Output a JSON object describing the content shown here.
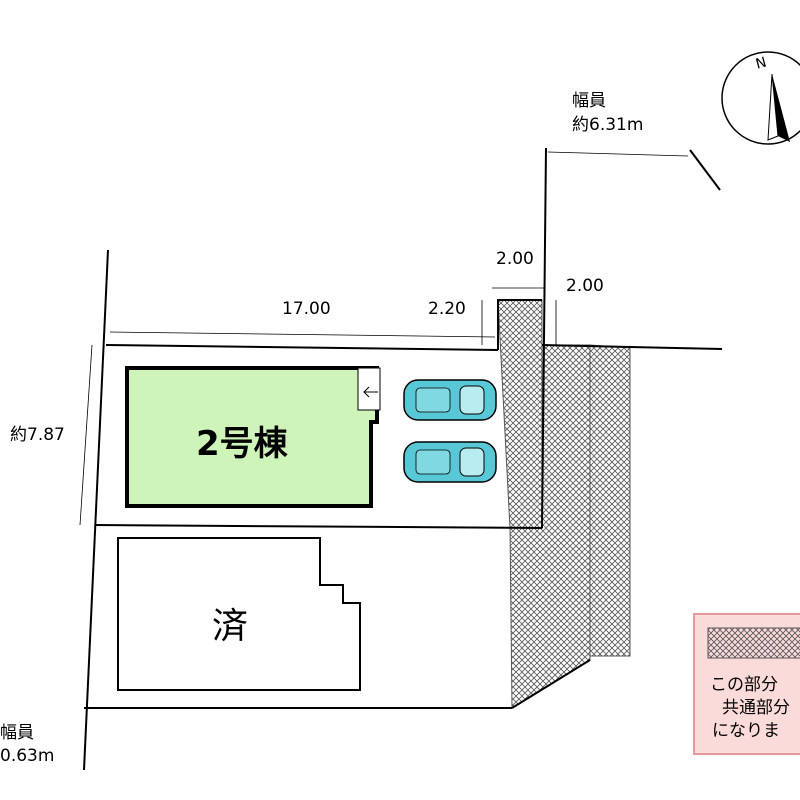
{
  "road_top": {
    "label": "幅員",
    "width": "約6.31m"
  },
  "road_bottom_left": {
    "label": "幅員",
    "width": "0.63m"
  },
  "dimensions": {
    "front": "17.00",
    "notch_depth": "2.20",
    "notch_width": "2.00",
    "strip_width": "2.00",
    "side": "約7.87"
  },
  "lots": {
    "building2": "2号棟",
    "sold": "済"
  },
  "compass": {
    "north": "N"
  },
  "legend": {
    "line1": "この部分",
    "line2": "共通部分",
    "line3": "になりま",
    "fill_color": "#fbdada",
    "border_color": "#e89a9a"
  },
  "colors": {
    "building_fill": "#cff4b9",
    "car": "#58c8d6",
    "hatch": "#555555"
  },
  "icons": [
    "compass-icon",
    "car-icon",
    "entrance-arrow-icon"
  ]
}
